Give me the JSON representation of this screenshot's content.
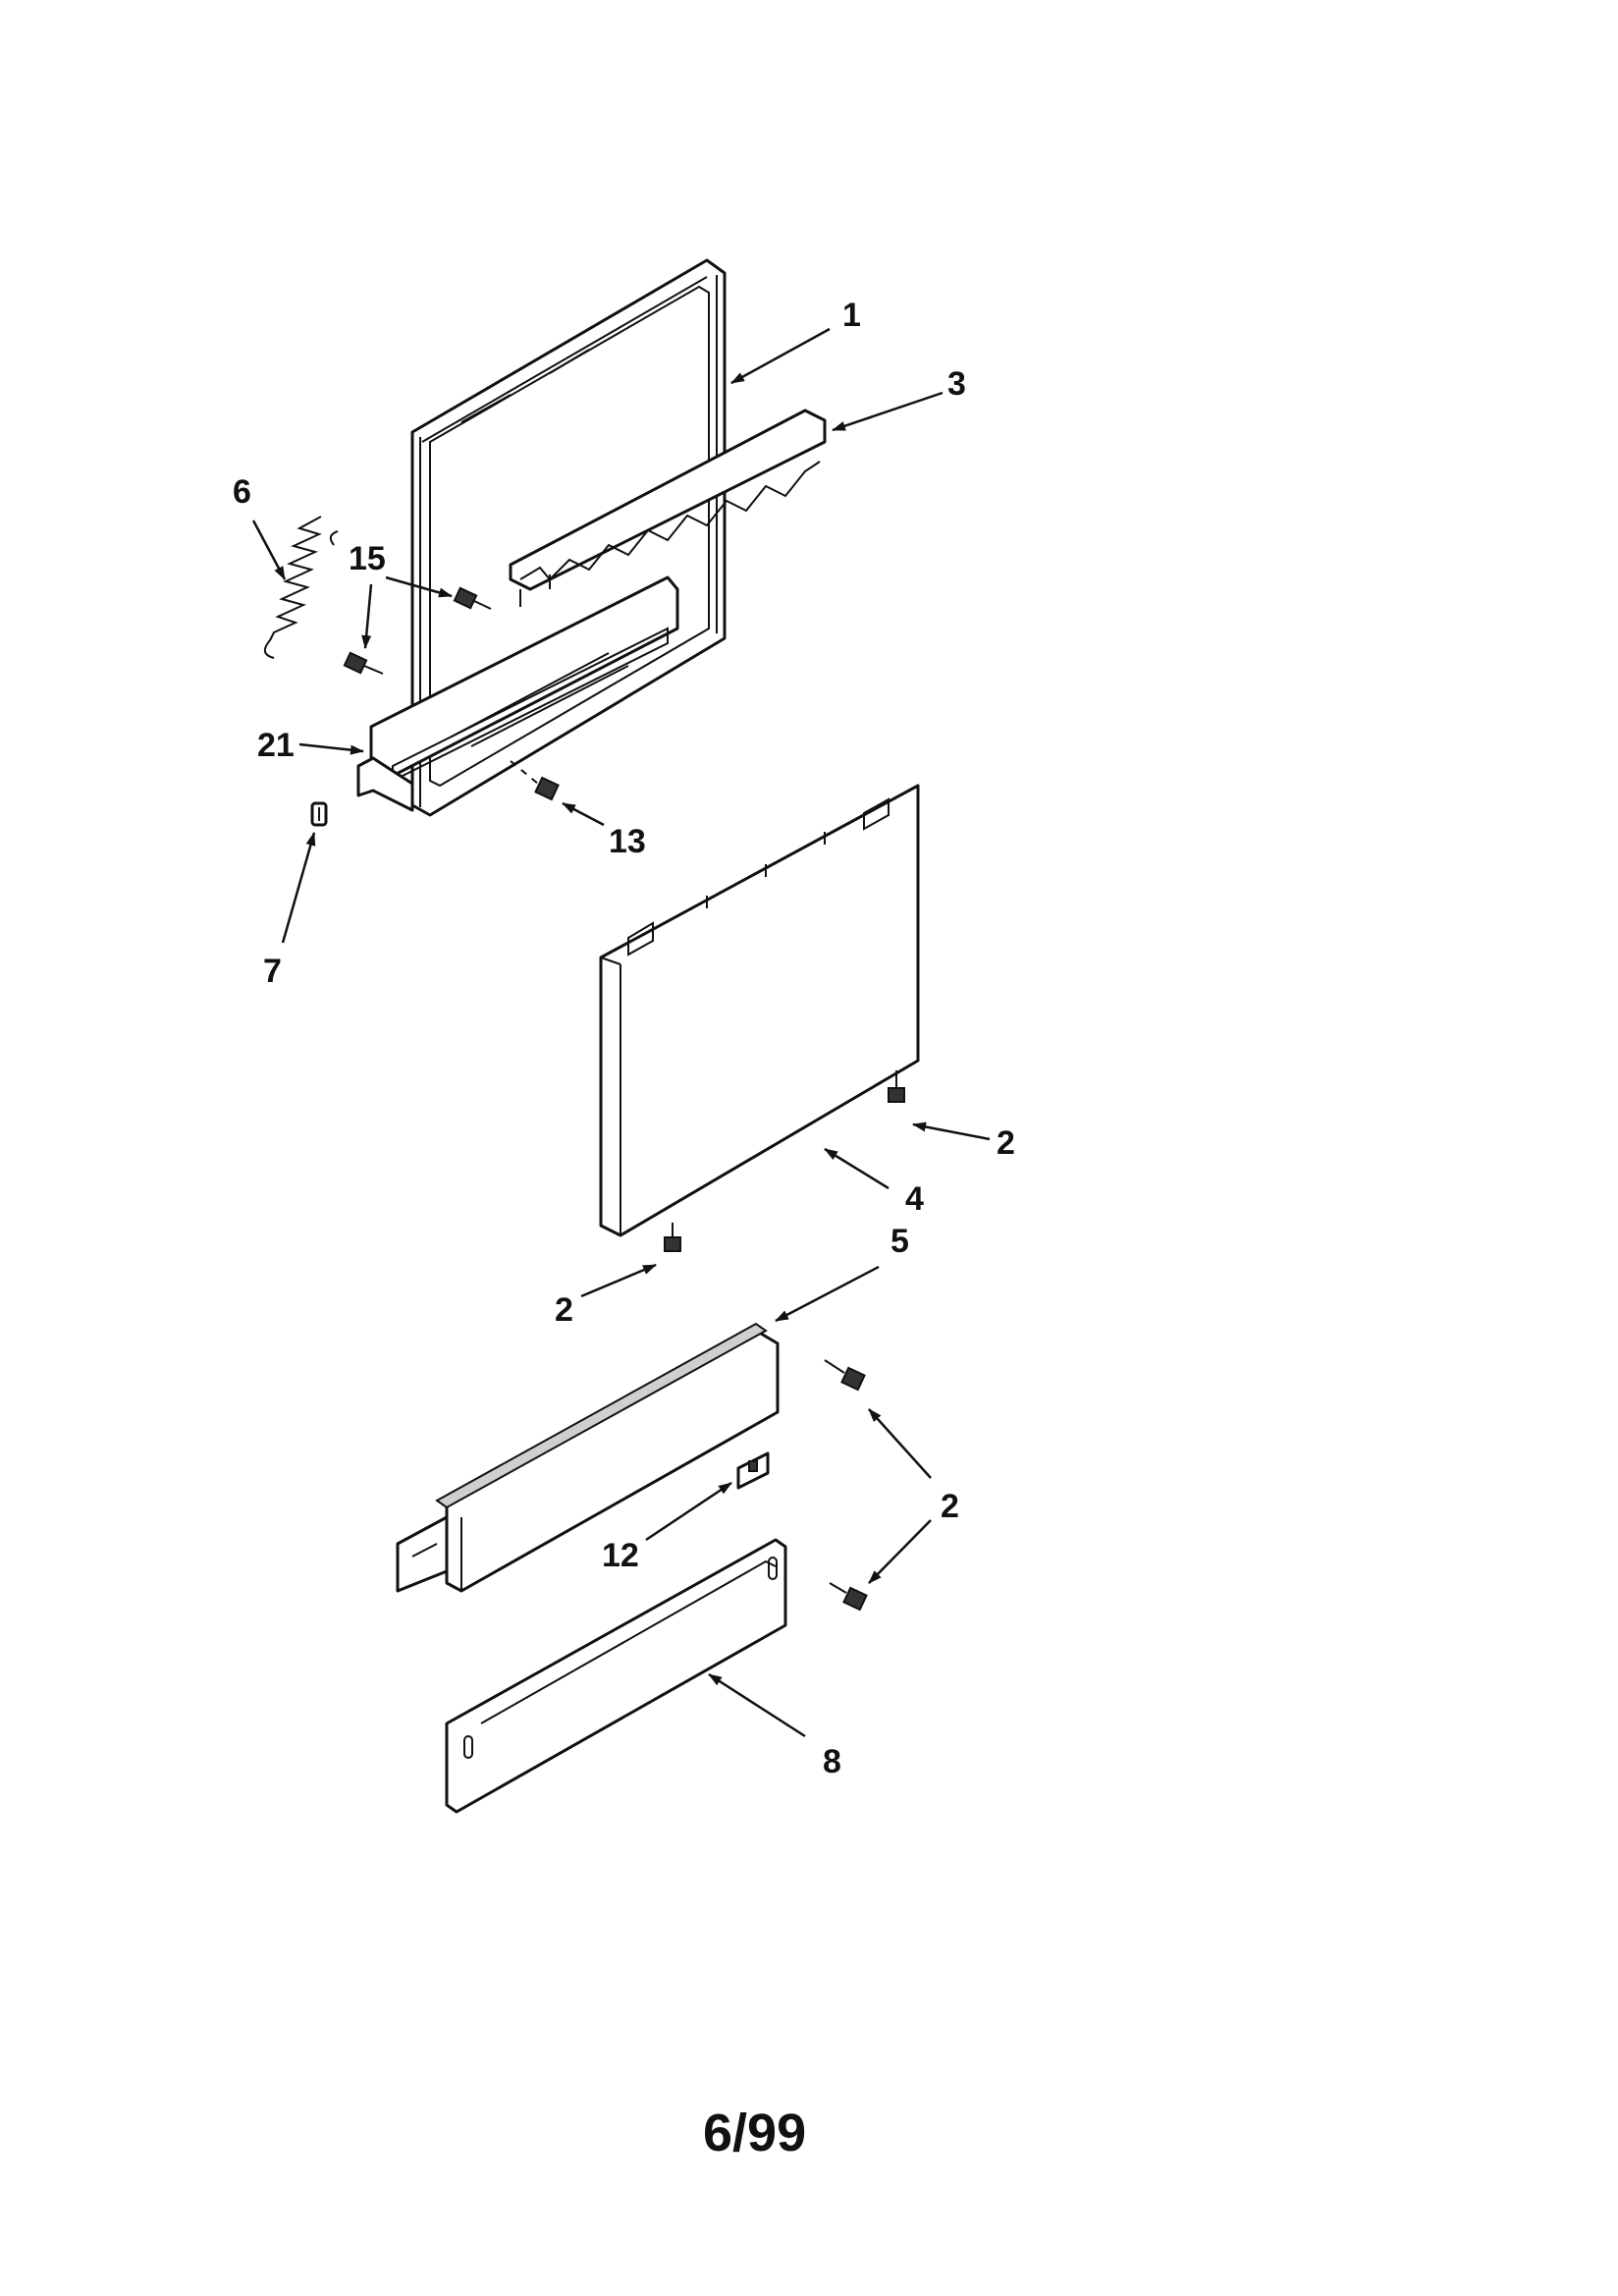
{
  "callouts": {
    "door_frame": "1",
    "hinge_screw_right": "2",
    "hinge_screw_left": "2",
    "panel_screw_upper": "2",
    "panel_screw_lower": "2",
    "rack_guide": "3",
    "outer_door_panel": "4",
    "access_panel_trim": "5",
    "door_spring": "6",
    "clip": "7",
    "toe_kick": "8",
    "retainer": "12",
    "screw_13": "13",
    "screw_15": "15",
    "bracket": "21"
  },
  "footer": {
    "revision": "6/99"
  }
}
